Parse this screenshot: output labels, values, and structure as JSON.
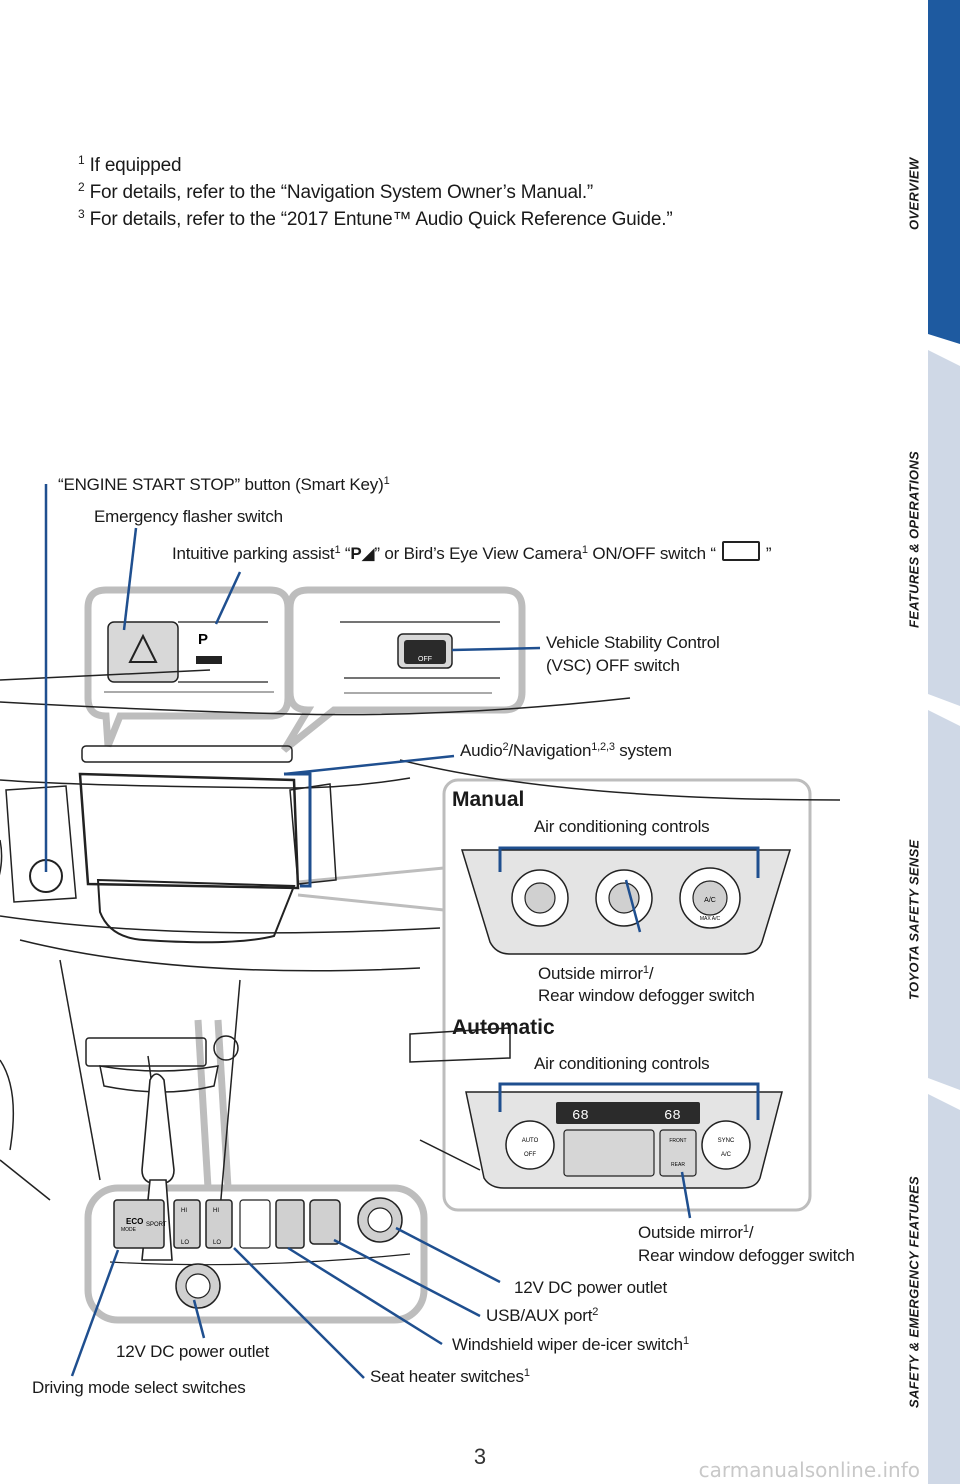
{
  "footnotes": {
    "n1": "If equipped",
    "n2": "For details, refer to the “Navigation System Owner’s Manual.”",
    "n3": "For details, refer to the “2017 Entune™ Audio Quick Reference Guide.”"
  },
  "tabs": {
    "overview": "OVERVIEW",
    "features": "FEATURES & OPERATIONS",
    "safety_sense": "TOYOTA SAFETY SENSE",
    "emergency": "SAFETY & EMERGENCY FEATURES",
    "active_color": "#1e5aa0",
    "inactive_color": "#cfd8e6"
  },
  "callouts": {
    "engine_start": "“ENGINE START STOP” button (Smart Key)",
    "emergency_flasher": "Emergency flasher switch",
    "parking_assist_a": "Intuitive parking assist",
    "parking_assist_b": " or Bird’s Eye View Camera",
    "parking_assist_c": " ON/OFF switch “",
    "vsc_line1": "Vehicle Stability Control",
    "vsc_line2": "(VSC) OFF switch",
    "audio_a": "Audio",
    "audio_b": "/Navigation",
    "audio_c": " system",
    "manual_heading": "Manual",
    "ac_controls_manual": "Air conditioning controls",
    "mirror_manual_line1": "Outside mirror",
    "mirror_manual_line2": "Rear window defogger switch",
    "automatic_heading": "Automatic",
    "ac_controls_auto": "Air conditioning controls",
    "mirror_auto_line1": "Outside mirror",
    "mirror_auto_line2": "Rear window defogger switch",
    "dc_outlet_right": "12V DC power outlet",
    "usb_aux": "USB/AUX port",
    "wiper_deicer": "Windshield wiper de-icer switch",
    "dc_outlet_left": "12V DC power outlet",
    "seat_heater": "Seat heater switches",
    "driving_mode": "Driving mode select switches"
  },
  "panel_text": {
    "off_label": "OFF",
    "eco_label": "ECO",
    "mode_label": "MODE",
    "sport_label": "SPORT",
    "hi": "HI",
    "lo": "LO",
    "temp_left": "68",
    "temp_right": "68",
    "auto": "AUTO",
    "off": "OFF",
    "sync": "SYNC",
    "ac": "A/C",
    "front": "FRONT",
    "rear": "REAR",
    "max_ac": "MAX A/C"
  },
  "page_number": "3",
  "watermark": "carmanualsonline.info",
  "colors": {
    "callout_line": "#1f4f8f",
    "panel_gray": "#c4c4c4"
  }
}
